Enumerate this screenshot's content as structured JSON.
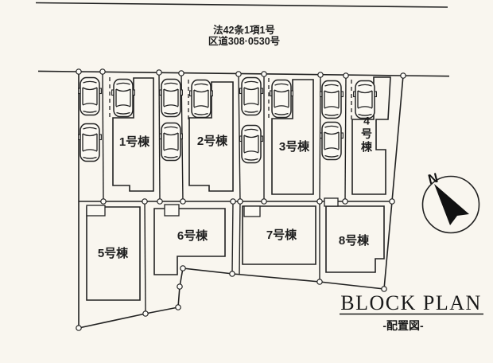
{
  "colors": {
    "paper": "#f9f6ef",
    "ink": "#222222"
  },
  "road": {
    "label_line1": "法42条1項1号",
    "label_line2": "区道308·0530号"
  },
  "buildings": [
    {
      "label": "1号棟"
    },
    {
      "label": "2号棟"
    },
    {
      "label": "3号棟"
    },
    {
      "label": "4号棟"
    },
    {
      "label": "5号棟"
    },
    {
      "label": "6号棟"
    },
    {
      "label": "7号棟"
    },
    {
      "label": "8号棟"
    }
  ],
  "compass": {
    "north_label": "N"
  },
  "footer": {
    "title_en": "BLOCK PLAN",
    "title_ja": "-配置図-"
  }
}
